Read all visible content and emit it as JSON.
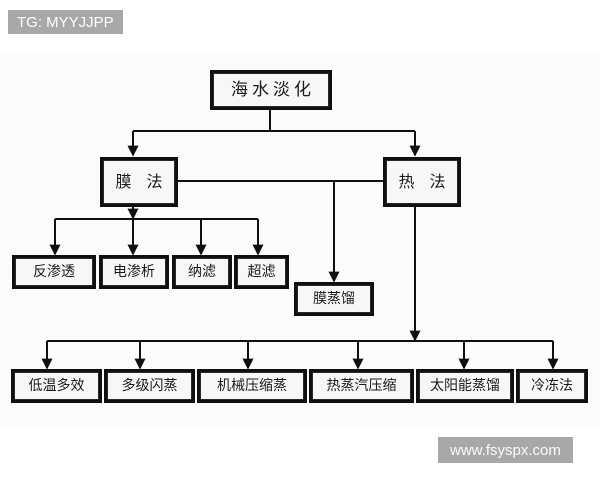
{
  "diagram": {
    "title": "海水淡化",
    "root": {
      "label": "海水淡化"
    },
    "branches": [
      {
        "label": "膜 法"
      },
      {
        "label": "热 法"
      }
    ],
    "membrane_methods": [
      {
        "label": "反渗透"
      },
      {
        "label": "电渗析"
      },
      {
        "label": "纳滤"
      },
      {
        "label": "超滤"
      }
    ],
    "membrane_distillation": {
      "label": "膜蒸馏"
    },
    "thermal_methods": [
      {
        "label": "低温多效"
      },
      {
        "label": "多级闪蒸"
      },
      {
        "label": "机械压缩蒸"
      },
      {
        "label": "热蒸汽压缩"
      },
      {
        "label": "太阳能蒸馏"
      },
      {
        "label": "冷冻法"
      }
    ],
    "colors": {
      "line": "#101010",
      "box_fill": "#f7f7f7",
      "background": "#ffffff",
      "panel": "#fbfbfb",
      "watermark_bg": "#a8a8a8",
      "watermark_text": "#ffffff"
    }
  },
  "watermarks": {
    "top_left": "TG: MYYJJPP",
    "bottom_right": "www.fsyspx.com"
  }
}
